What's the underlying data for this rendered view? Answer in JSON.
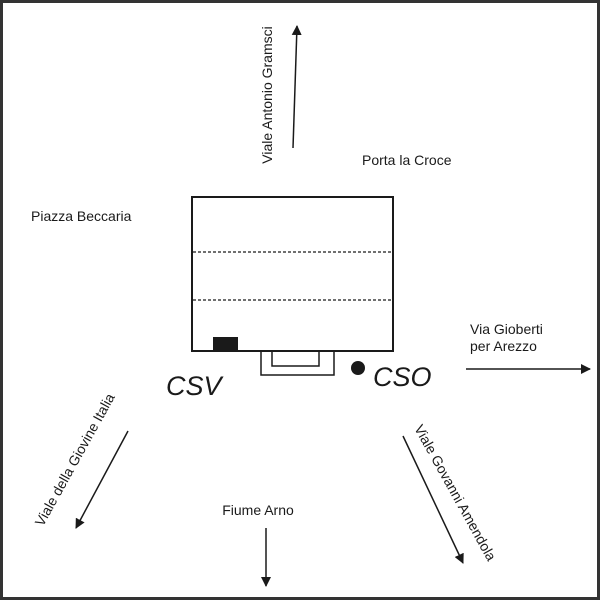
{
  "labels": {
    "gramsci": "Viale Antonio Gramsci",
    "porta": "Porta la Croce",
    "piazza": "Piazza Beccaria",
    "gioberti_1": "Via Gioberti",
    "gioberti_2": "per Arezzo",
    "csv": "CSV",
    "cso": "CSO",
    "giovine": "Viale della Giovine Italia",
    "amendola": "Viale Govanni Amendola",
    "arno": "Fiume Arno"
  },
  "colors": {
    "ink": "#1a1a1a",
    "frame": "#333333"
  }
}
